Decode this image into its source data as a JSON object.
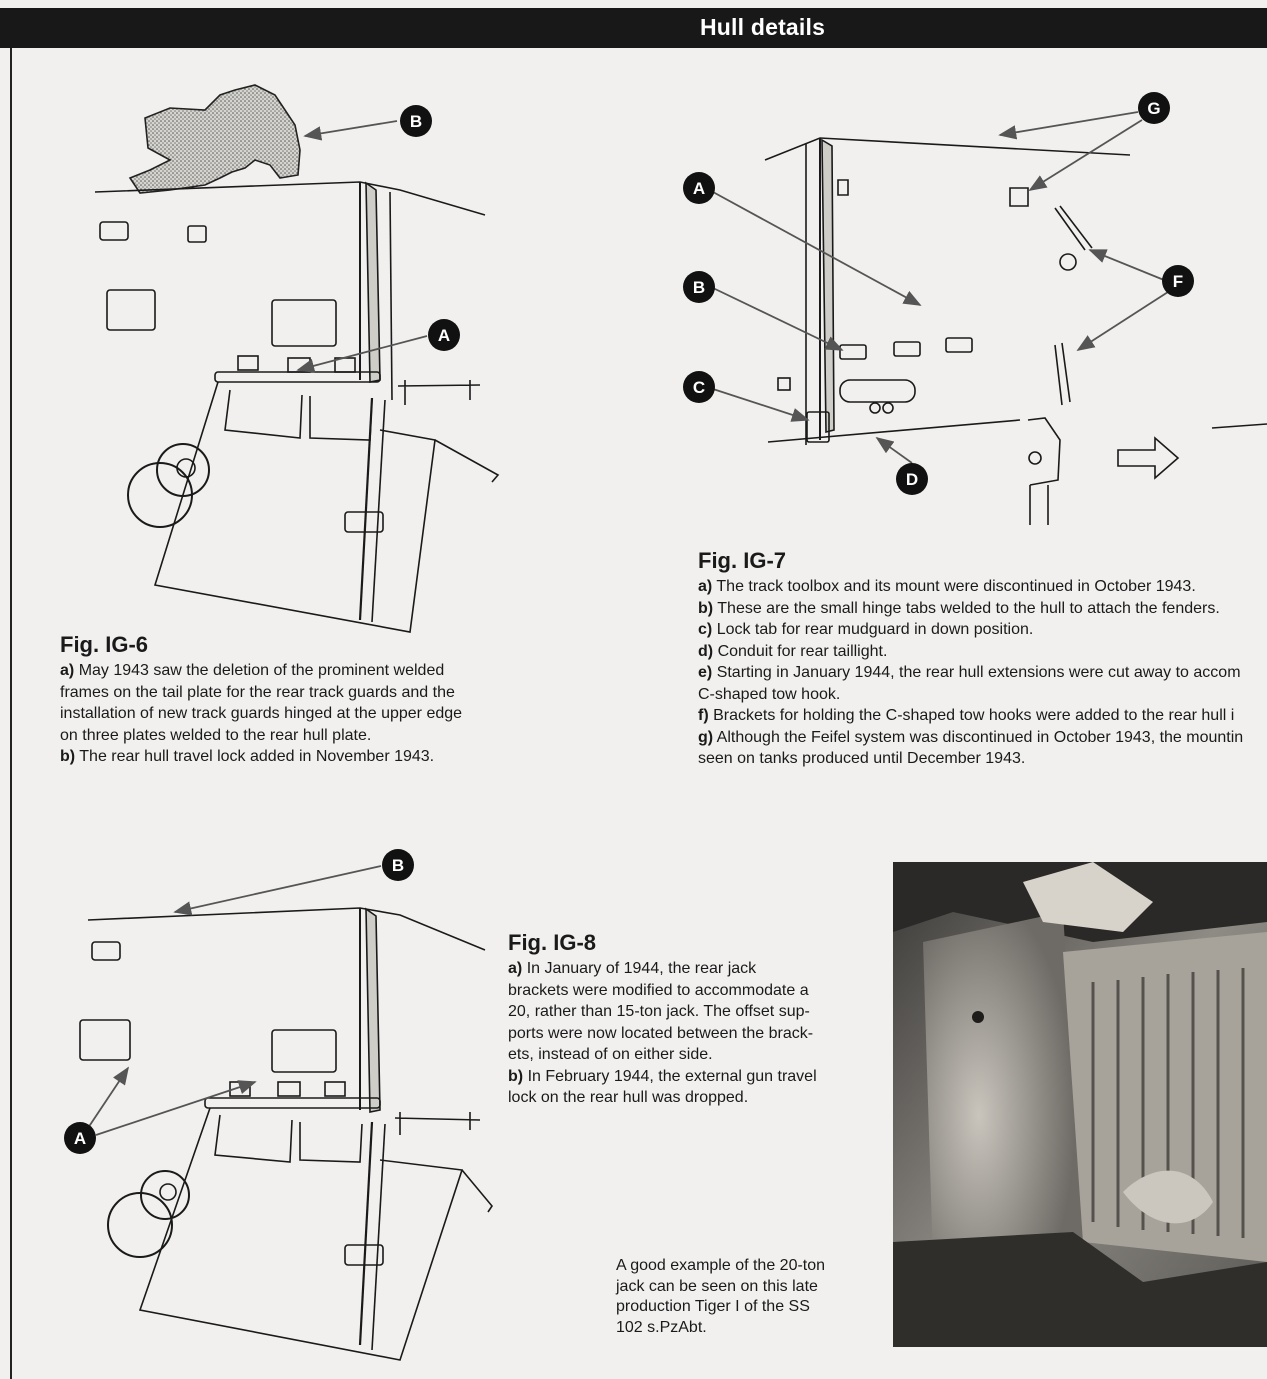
{
  "header": {
    "title": "Hull details"
  },
  "fig6": {
    "title": "Fig. IG-6",
    "items": [
      {
        "key": "a)",
        "lines": [
          "May 1943 saw the deletion of the prominent welded",
          "frames on the tail plate for the rear track guards and the",
          "installation of new track guards hinged at the upper edge",
          "on three plates welded to the rear hull plate."
        ]
      },
      {
        "key": "b)",
        "lines": [
          "The rear hull travel lock added in November 1943."
        ]
      }
    ]
  },
  "fig7": {
    "title": "Fig. IG-7",
    "items": [
      {
        "key": "a)",
        "lines": [
          "The track toolbox and its mount were discontinued in October 1943."
        ]
      },
      {
        "key": "b)",
        "lines": [
          "These are the small hinge tabs welded to the hull to attach the fenders."
        ]
      },
      {
        "key": "c)",
        "lines": [
          "Lock tab for rear mudguard in down position."
        ]
      },
      {
        "key": "d)",
        "lines": [
          "Conduit for rear taillight."
        ]
      },
      {
        "key": "e)",
        "lines": [
          "Starting in January 1944, the rear hull extensions were cut away to accom",
          "C-shaped tow hook."
        ]
      },
      {
        "key": "f)",
        "lines": [
          "Brackets for holding the C-shaped tow hooks were added to the rear hull i"
        ]
      },
      {
        "key": "g)",
        "lines": [
          "Although the Feifel system was discontinued in October 1943, the mountin",
          "seen on tanks produced until December 1943."
        ]
      }
    ]
  },
  "fig8": {
    "title": "Fig. IG-8",
    "items": [
      {
        "key": "a)",
        "lines": [
          "In January of 1944, the rear jack",
          "brackets were modified to accommodate a",
          "20, rather than 15-ton jack. The offset sup-",
          "ports were now located between the brack-",
          "ets, instead of on either side."
        ]
      },
      {
        "key": "b)",
        "lines": [
          "In February 1944, the external gun travel",
          "lock on the rear hull was dropped."
        ]
      }
    ]
  },
  "photo_caption": {
    "lines": [
      "A good example of the 20-ton",
      "jack can be seen on this late",
      "production Tiger I of the SS",
      "102 s.PzAbt."
    ]
  },
  "callouts": {
    "fig6_b": "B",
    "fig6_a": "A",
    "fig7_a": "A",
    "fig7_b": "B",
    "fig7_c": "C",
    "fig7_d": "D",
    "fig7_g": "G",
    "fig7_f": "F",
    "fig8_b": "B",
    "fig8_a": "A"
  },
  "colors": {
    "ink": "#1a1a1a",
    "paper": "#f1f0ee",
    "header_bg": "#181818",
    "header_text": "#ffffff",
    "faded": "#9a9a9a"
  }
}
